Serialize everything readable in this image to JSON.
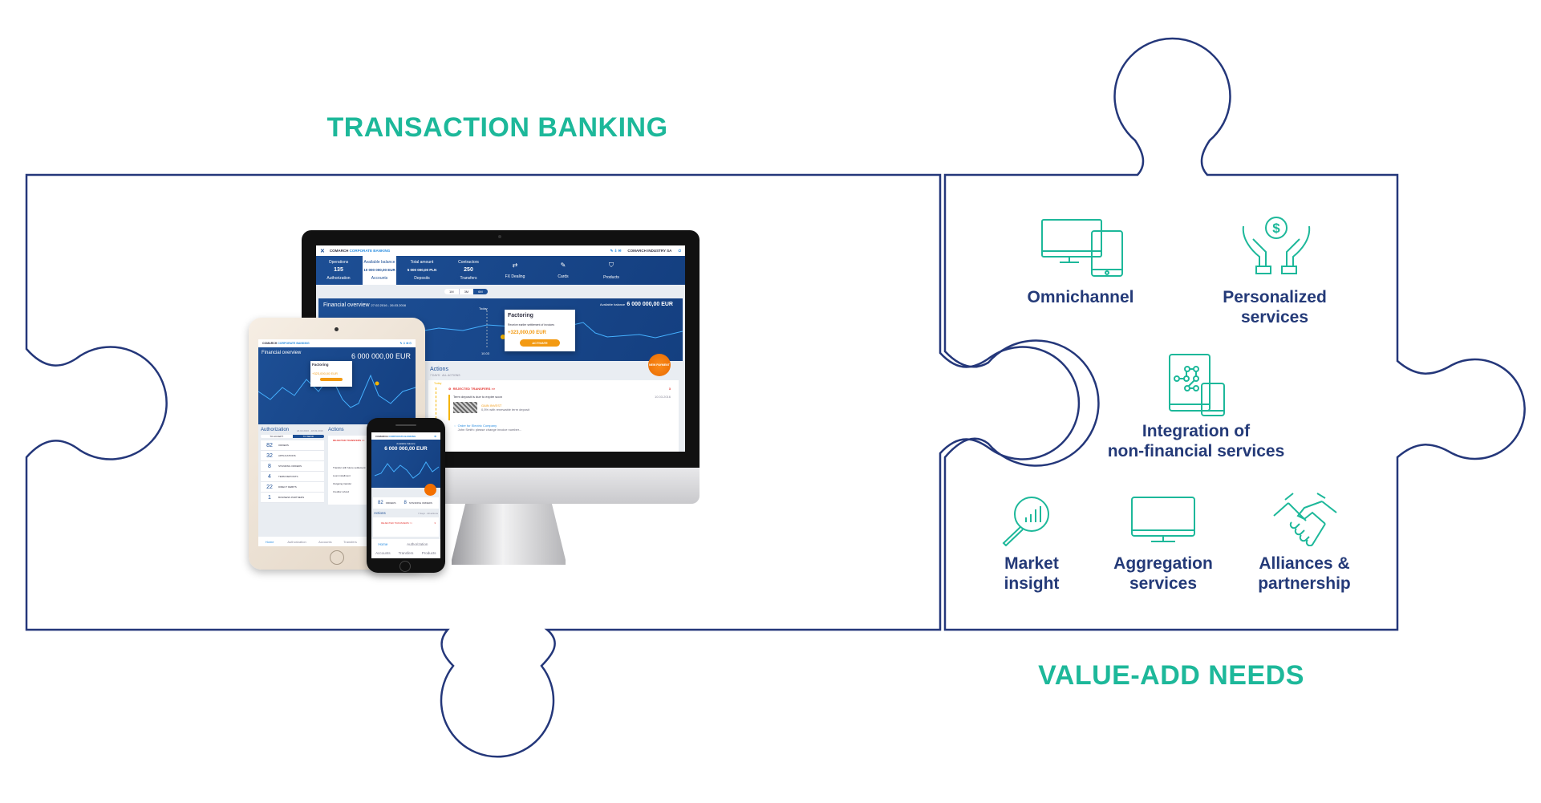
{
  "headings": {
    "left": "TRANSACTION BANKING",
    "right": "VALUE-ADD NEEDS"
  },
  "colors": {
    "teal": "#1db89a",
    "navy": "#243a78",
    "blue": "#1d4f95",
    "orange": "#f39a12"
  },
  "value_add": [
    {
      "icon": "devices-icon",
      "lines": [
        "Omnichannel"
      ]
    },
    {
      "icon": "hands-dollar-icon",
      "lines": [
        "Personalized",
        "services"
      ]
    },
    {
      "icon": "tablet-network-icon",
      "lines": [
        "Integration of",
        "non-financial services"
      ]
    },
    {
      "icon": "magnifier-chart-icon",
      "lines": [
        "Market",
        "insight"
      ]
    },
    {
      "icon": "monitor-icon",
      "lines": [
        "Aggregation",
        "services"
      ]
    },
    {
      "icon": "handshake-icon",
      "lines": [
        "Alliances &",
        "partnership"
      ]
    }
  ],
  "monitor": {
    "brand": "COMARCH",
    "brand_product": "CORPORATE BANKING",
    "company": "COMARCH INDUSTRY SA",
    "tiles": [
      {
        "top": "Operations",
        "value": "135",
        "label": "Authorization"
      },
      {
        "top": "Available balance",
        "value": "10 000 000,00 EUR",
        "label": "Accounts"
      },
      {
        "top": "Total amount",
        "value": "5 000 000,00 PLN",
        "label": "Deposits"
      },
      {
        "top": "Contractors",
        "value": "250",
        "label": "Transfers"
      },
      {
        "top": "",
        "value": "",
        "label": "FX Dealing"
      },
      {
        "top": "",
        "value": "",
        "label": "Cards"
      },
      {
        "top": "",
        "value": "",
        "label": "Products"
      }
    ],
    "periods": [
      "1M",
      "3M",
      "6M"
    ],
    "overview_title": "Financial overview",
    "overview_dates": "27.02.2016 - 26.03.2016",
    "balance_label": "Available balance",
    "balance_value": "6 000 000,00 EUR",
    "today": "Today",
    "today_date": "10.03",
    "factoring": {
      "title": "Factoring",
      "text": "Receive earlier settlement of invoices",
      "amount": "+323,000,00 EUR",
      "button": "ACTIVATE"
    },
    "new_payment": "NEW PAYMENT",
    "actions_title": "Actions",
    "actions_sub": "7 DAYS · ALL ACTIONS",
    "rejected": "REJECTED TRANSFERS >>",
    "rejected_count": "3",
    "deposit_title": "Term deposit is due to expire soon",
    "deposit_date": "10.03.2016",
    "gain_title": "GAIN INVEST",
    "gain_text": "0,5% with renewable term deposit",
    "order_title": "Order for Electric Company",
    "order_text": "John Smith: please change invoice number..."
  },
  "ipad": {
    "overview_title": "Financial overview",
    "balance_value": "6 000 000,00 EUR",
    "factoring_title": "Factoring",
    "factoring_amount": "+323,000,00 EUR",
    "auth_title": "Authorization",
    "auth_dates": "24.02.2016 - 18.03.2016",
    "tabs": [
      "TO ACCEPT",
      "TO SEND"
    ],
    "auth_items": [
      {
        "count": "82",
        "label": "ORDERS"
      },
      {
        "count": "32",
        "label": "APPLICATIONS"
      },
      {
        "count": "8",
        "label": "STANDING ORDERS"
      },
      {
        "count": "4",
        "label": "TERM DEPOSITS"
      },
      {
        "count": "22",
        "label": "DIRECT DEBITS"
      },
      {
        "count": "1",
        "label": "BUSINESS PARTNERS"
      }
    ],
    "actions_title": "Actions",
    "actions_list": [
      "Transfer with future settlement",
      "Loan installment",
      "Outgoing transfer",
      "Creditor refund"
    ],
    "nav": [
      "Home",
      "Authorization",
      "Accounts",
      "Transfers"
    ]
  },
  "phone": {
    "balance_label": "Available balance",
    "balance_value": "6 000 000,00 EUR",
    "stats": [
      {
        "count": "82",
        "label": "ORDERS"
      },
      {
        "count": "8",
        "label": "STANDING ORDERS"
      }
    ],
    "actions_title": "Actions",
    "actions_sub": "7 days · All actions",
    "rejected": "REJECTED TRANSFERS >>",
    "rejected_count": "3",
    "nav": [
      "Home",
      "Authorization",
      "Accounts",
      "Transfers",
      "Products"
    ]
  }
}
